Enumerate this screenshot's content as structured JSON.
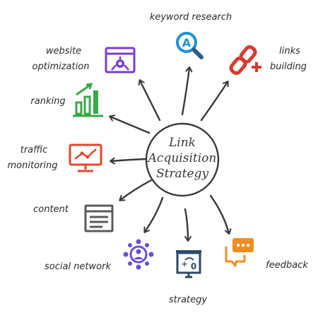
{
  "center": {
    "line1": "Link",
    "line2": "Acquisition",
    "line3": "Strategy"
  },
  "nodes": {
    "keyword_research": {
      "label": "keyword research",
      "icon": "magnifier-letter-a-icon",
      "color": "#1f8fd6"
    },
    "links_building": {
      "label_line1": "links",
      "label_line2": "building",
      "icon": "chain-link-plus-icon",
      "color": "#d63b2f"
    },
    "website_optimization": {
      "label_line1": "website",
      "label_line2": "optimization",
      "icon": "browser-gear-icon",
      "color": "#7b3fd1"
    },
    "ranking": {
      "label": "ranking",
      "icon": "bar-chart-growth-icon",
      "color": "#3aa84a"
    },
    "traffic_monitoring": {
      "label_line1": "traffic",
      "label_line2": "monitoring",
      "icon": "monitor-line-chart-icon",
      "color": "#e2472f"
    },
    "content": {
      "label": "content",
      "icon": "document-window-icon",
      "color": "#5a5a5a"
    },
    "social_network": {
      "label": "social network",
      "icon": "people-network-icon",
      "color": "#6a4fd0"
    },
    "strategy": {
      "label": "strategy",
      "icon": "whiteboard-strategy-icon",
      "color": "#2d4a66"
    },
    "feedback": {
      "label": "feedback",
      "icon": "chat-bubble-dots-icon",
      "color": "#f28c1c"
    }
  }
}
